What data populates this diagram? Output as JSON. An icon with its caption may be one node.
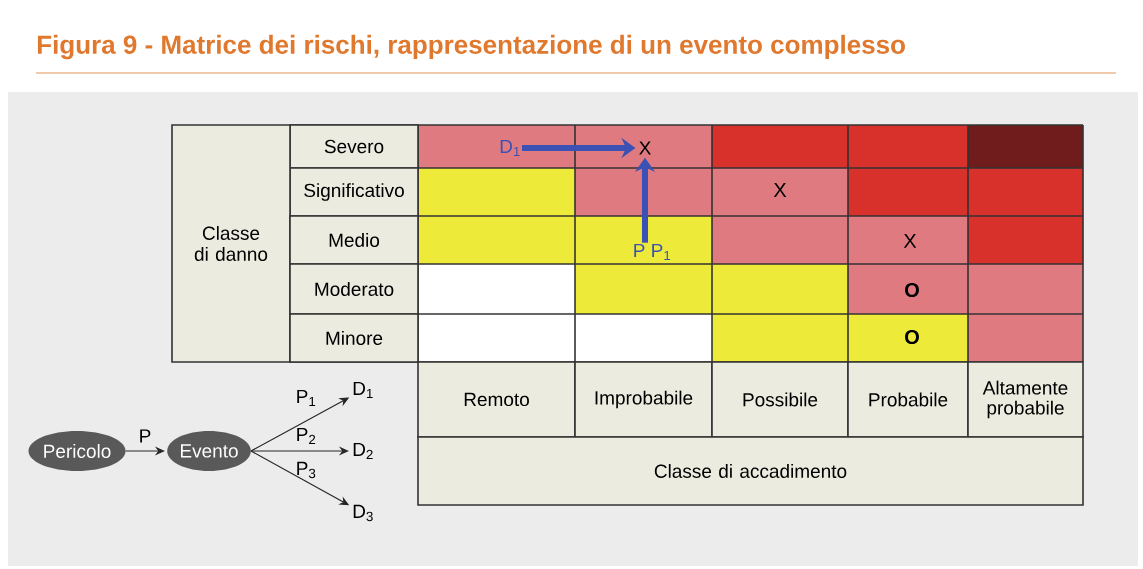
{
  "diagram": {
    "title": "Figura 9 - Matrice dei rischi, rappresentazione di un evento complesso",
    "nodes": [
      {
        "text": [
          "Pericolo"
        ]
      },
      {
        "text": [
          "Evento"
        ]
      },
      {
        "text": [
          "D$_{1}$"
        ]
      },
      {
        "text": [
          "D$_{2}$"
        ]
      },
      {
        "text": [
          "D$_{3}$"
        ]
      },
      {
        "text": [
          "D$_{1}$"
        ]
      },
      {
        "text": [
          "P P$_{1}$"
        ]
      },
      {
        "text": [
          "X"
        ]
      }
    ],
    "edges": [
      {
        "from": 0,
        "to": 1,
        "arrow": "to",
        "label": "P"
      },
      {
        "from": 1,
        "to": 2,
        "arrow": "to",
        "label": "P$_{1}$"
      },
      {
        "from": 1,
        "to": 3,
        "arrow": "to",
        "label": "P$_{2}$"
      },
      {
        "from": 1,
        "to": 4,
        "arrow": "to",
        "label": "P$_{3}$"
      },
      {
        "from": 5,
        "to": 7,
        "arrow": "to",
        "style": "thick",
        "color": "#3b52b4"
      },
      {
        "from": 6,
        "to": 7,
        "arrow": "to",
        "style": "thick",
        "color": "#3b52b4"
      }
    ],
    "labels": [
      "Severo",
      "Significativo",
      "X",
      "Classe di danno",
      "Medio",
      "X",
      "Moderato",
      "O",
      "Minore",
      "O",
      "Remoto",
      "Improbabile",
      "Possibile",
      "Probabile",
      "Altamente probabile",
      "Classe di accadimento"
    ]
  }
}
